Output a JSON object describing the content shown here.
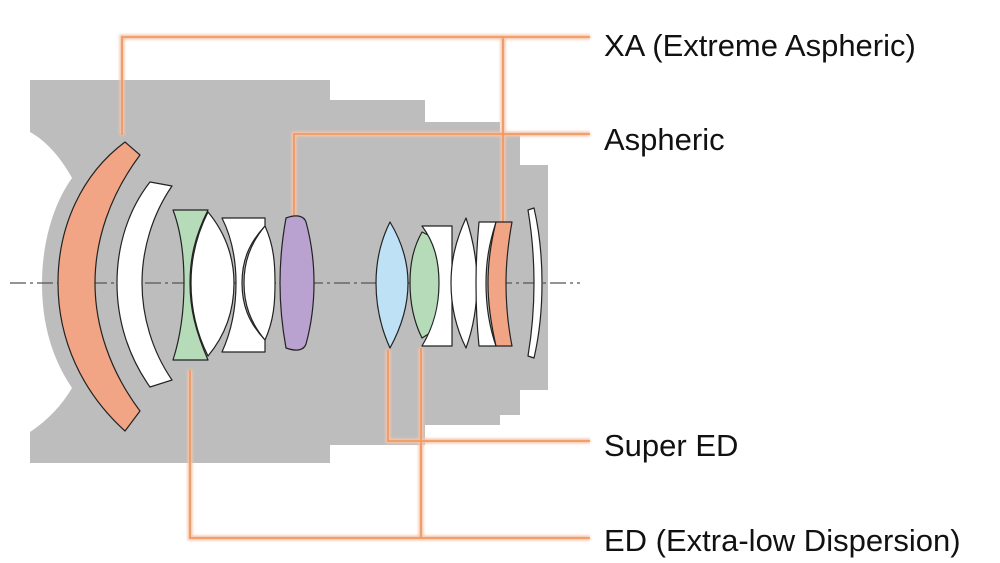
{
  "legend": [
    {
      "id": "xa",
      "label": "XA (Extreme Aspheric)",
      "color": "#F2A584"
    },
    {
      "id": "aspheric",
      "label": "Aspheric",
      "color": "#B9A2CF"
    },
    {
      "id": "super_ed",
      "label": "Super ED",
      "color": "#BEE1F5"
    },
    {
      "id": "ed",
      "label": "ED (Extra-low Dispersion)",
      "color": "#B5DBB8"
    }
  ],
  "colors": {
    "barrel": "#BDBDBD",
    "plain_element": "#FFFFFF",
    "outline": "#222222",
    "leader_line": "#F0A070",
    "optical_axis": "#555555"
  }
}
